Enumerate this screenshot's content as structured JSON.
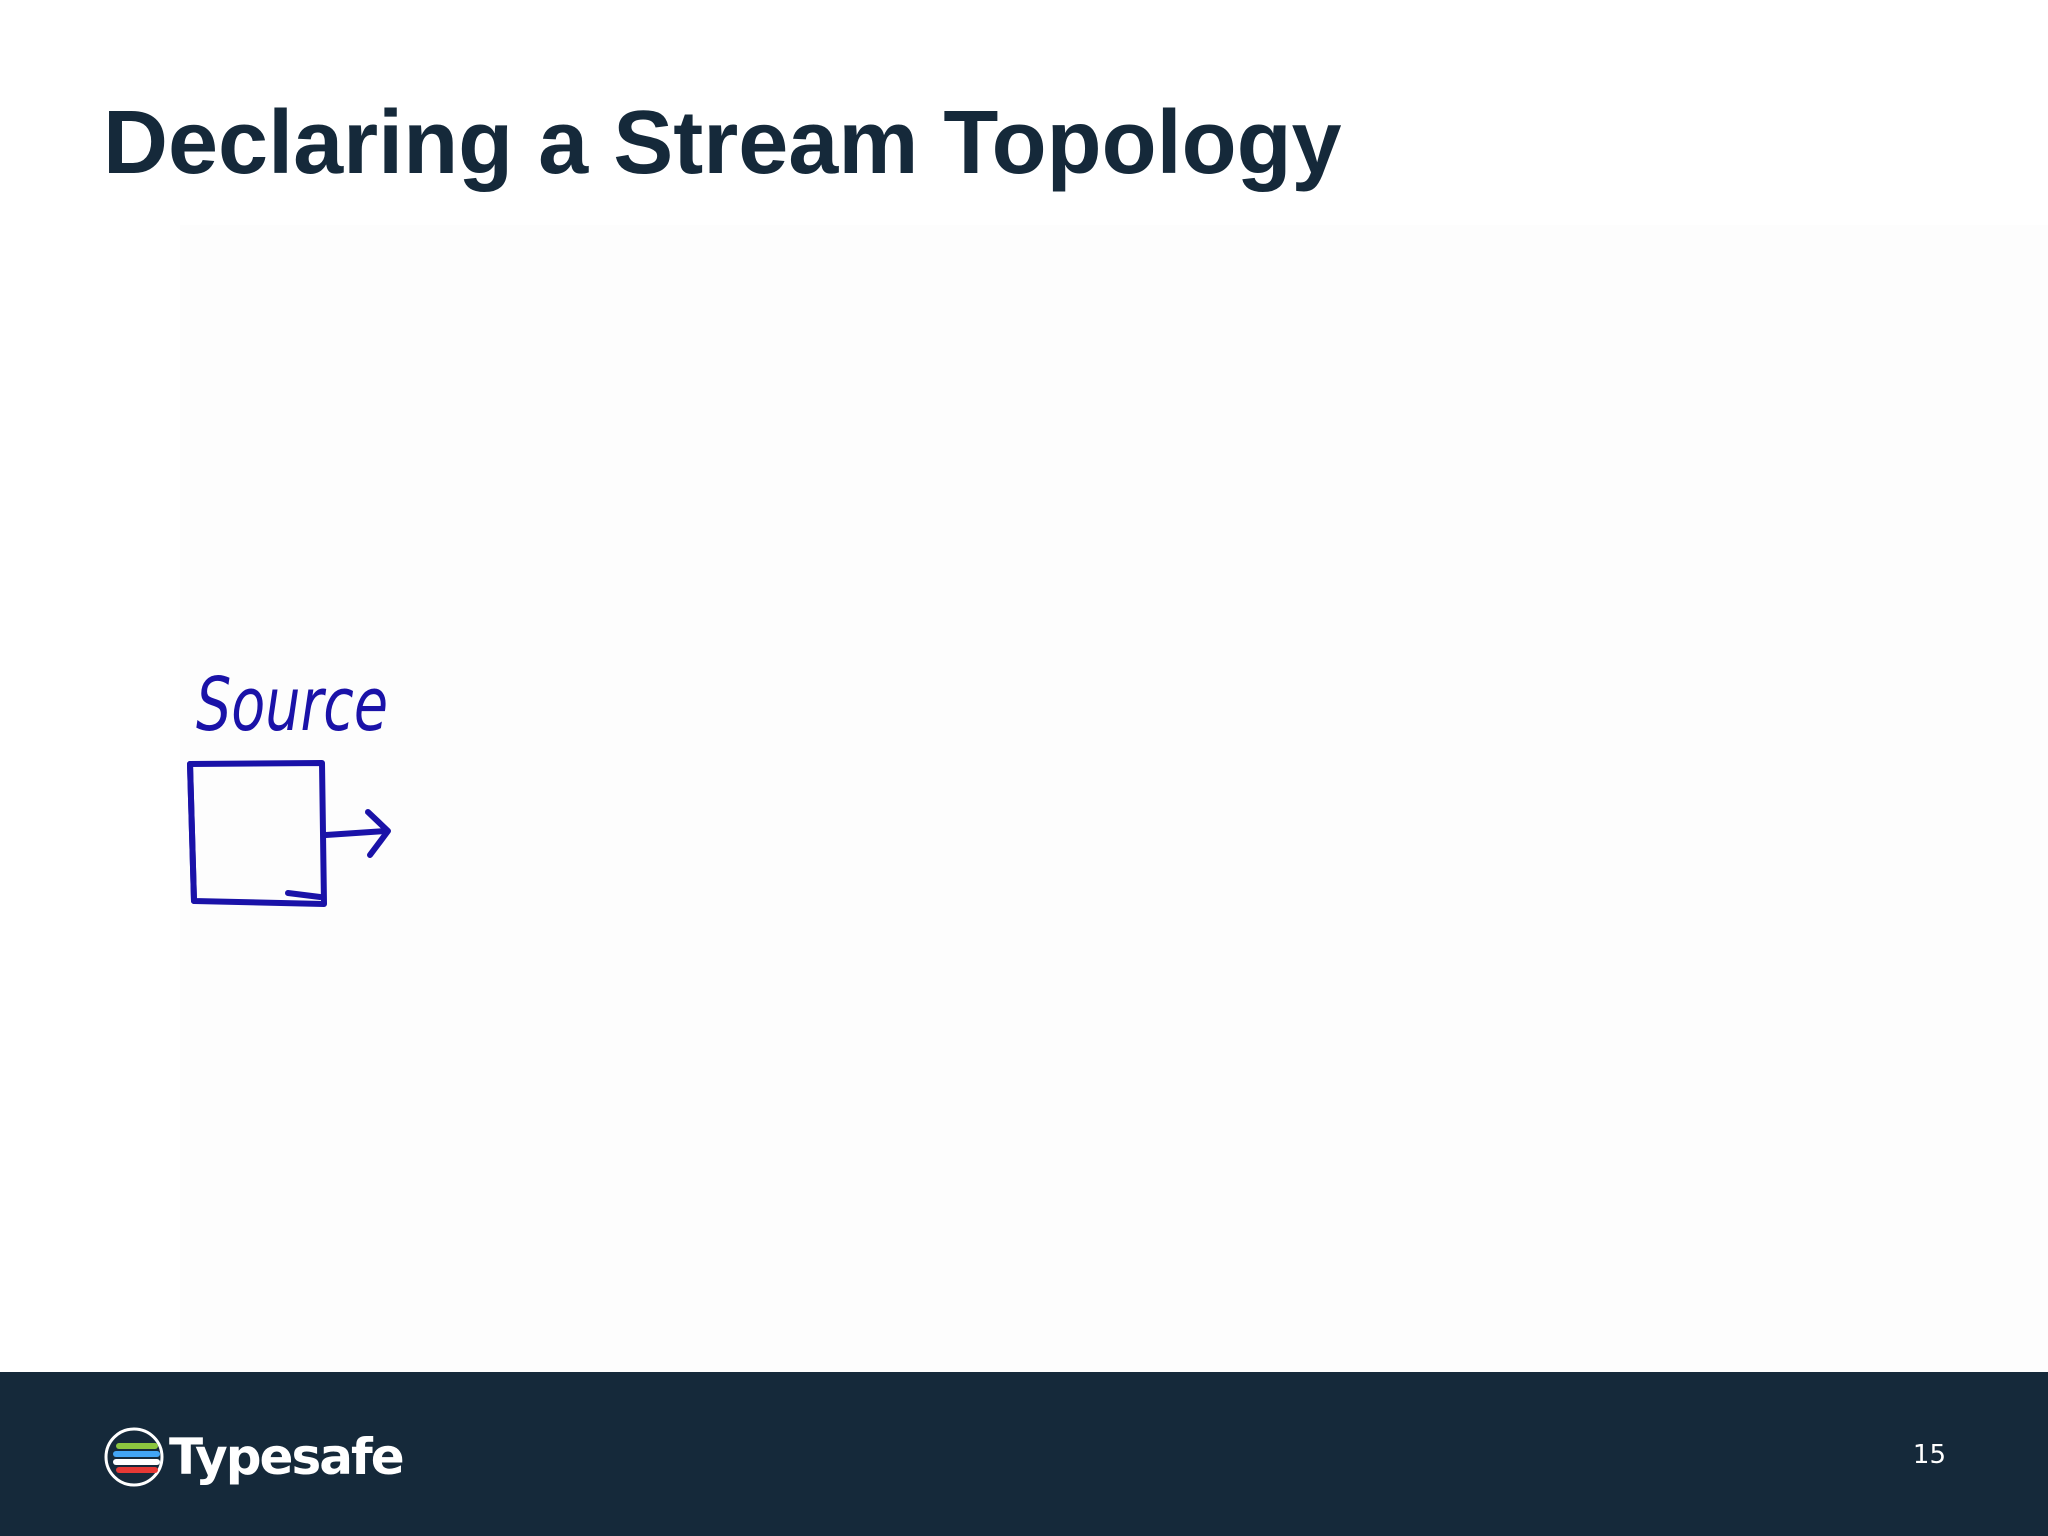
{
  "slide": {
    "title": "Declaring a Stream Topology",
    "page_number": "15"
  },
  "diagram": {
    "nodes": [
      {
        "label": "Source",
        "shape": "square",
        "output": "arrow-right"
      }
    ],
    "stroke_color": "#1a12a8"
  },
  "footer": {
    "logo_text": "Typesafe",
    "logo_icon": "typesafe-logo-icon",
    "background": "#15293a"
  }
}
